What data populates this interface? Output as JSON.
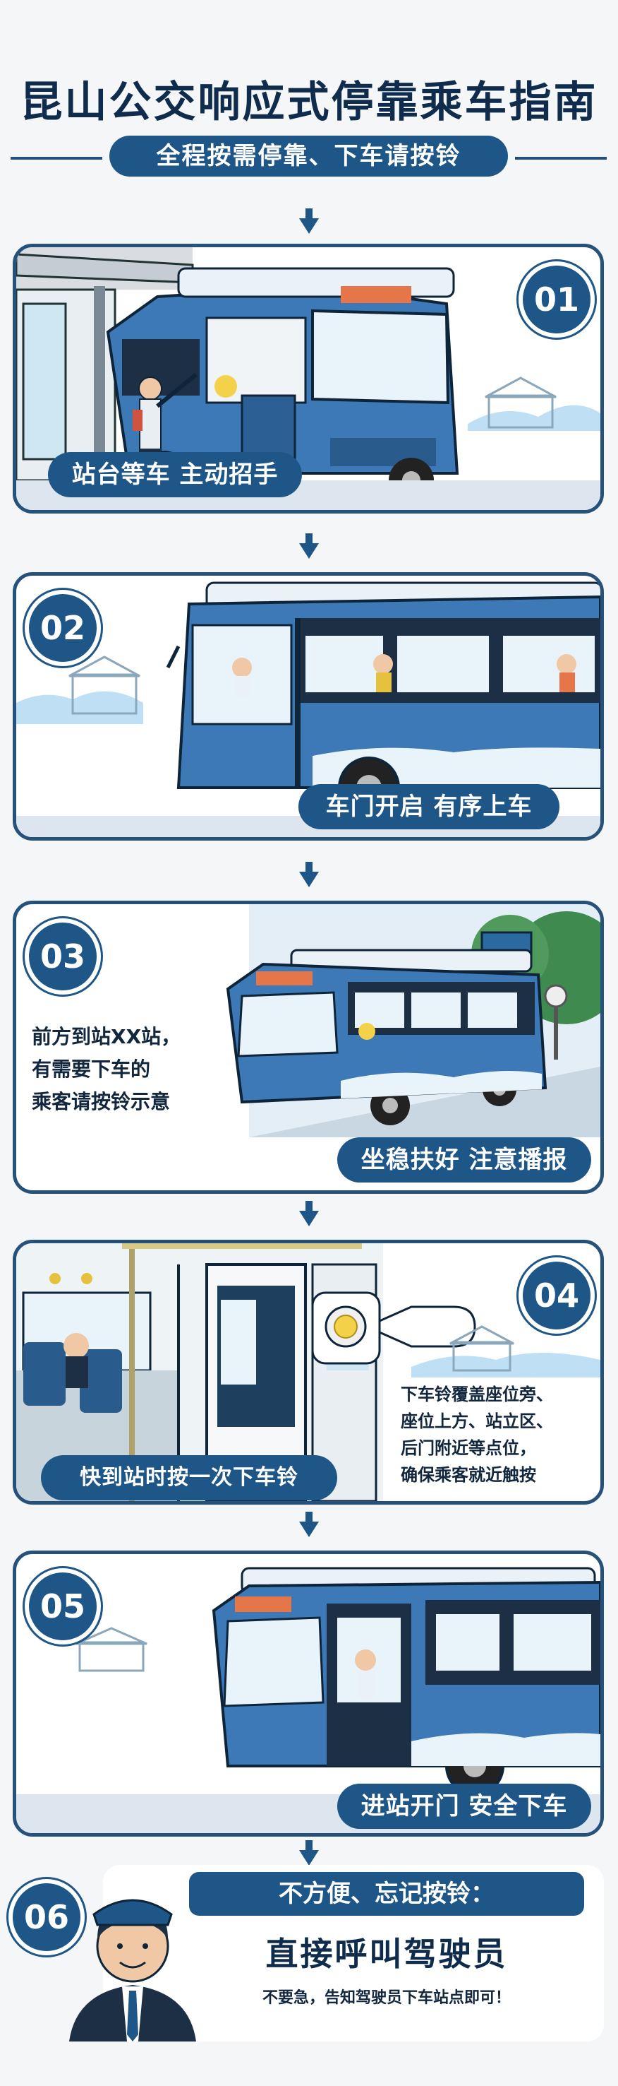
{
  "page": {
    "title": "昆山公交响应式停靠乘车指南",
    "subtitle": "全程按需停靠、下车请按铃"
  },
  "colors": {
    "primary": "#1e5687",
    "bus_blue": "#3d79b6",
    "dark": "#0f2c4c",
    "light_blue": "#bfe0f4"
  },
  "steps": [
    {
      "number": "01",
      "caption": "站台等车 主动招手"
    },
    {
      "number": "02",
      "caption": "车门开启 有序上车"
    },
    {
      "number": "03",
      "caption": "坐稳扶好 注意播报",
      "note_lines": [
        "前方到站XX站，",
        "有需要下车的",
        "乘客请按铃示意"
      ]
    },
    {
      "number": "04",
      "caption": "快到站时按一次下车铃",
      "note_lines": [
        "下车铃覆盖座位旁、",
        "座位上方、站立区、",
        "后门附近等点位，",
        "确保乘客就近触按"
      ]
    },
    {
      "number": "05",
      "caption": "进站开门 安全下车"
    },
    {
      "number": "06",
      "header": "不方便、忘记按铃：",
      "main": "直接呼叫驾驶员",
      "small": "不要急，告知驾驶员下车站点即可！"
    }
  ]
}
